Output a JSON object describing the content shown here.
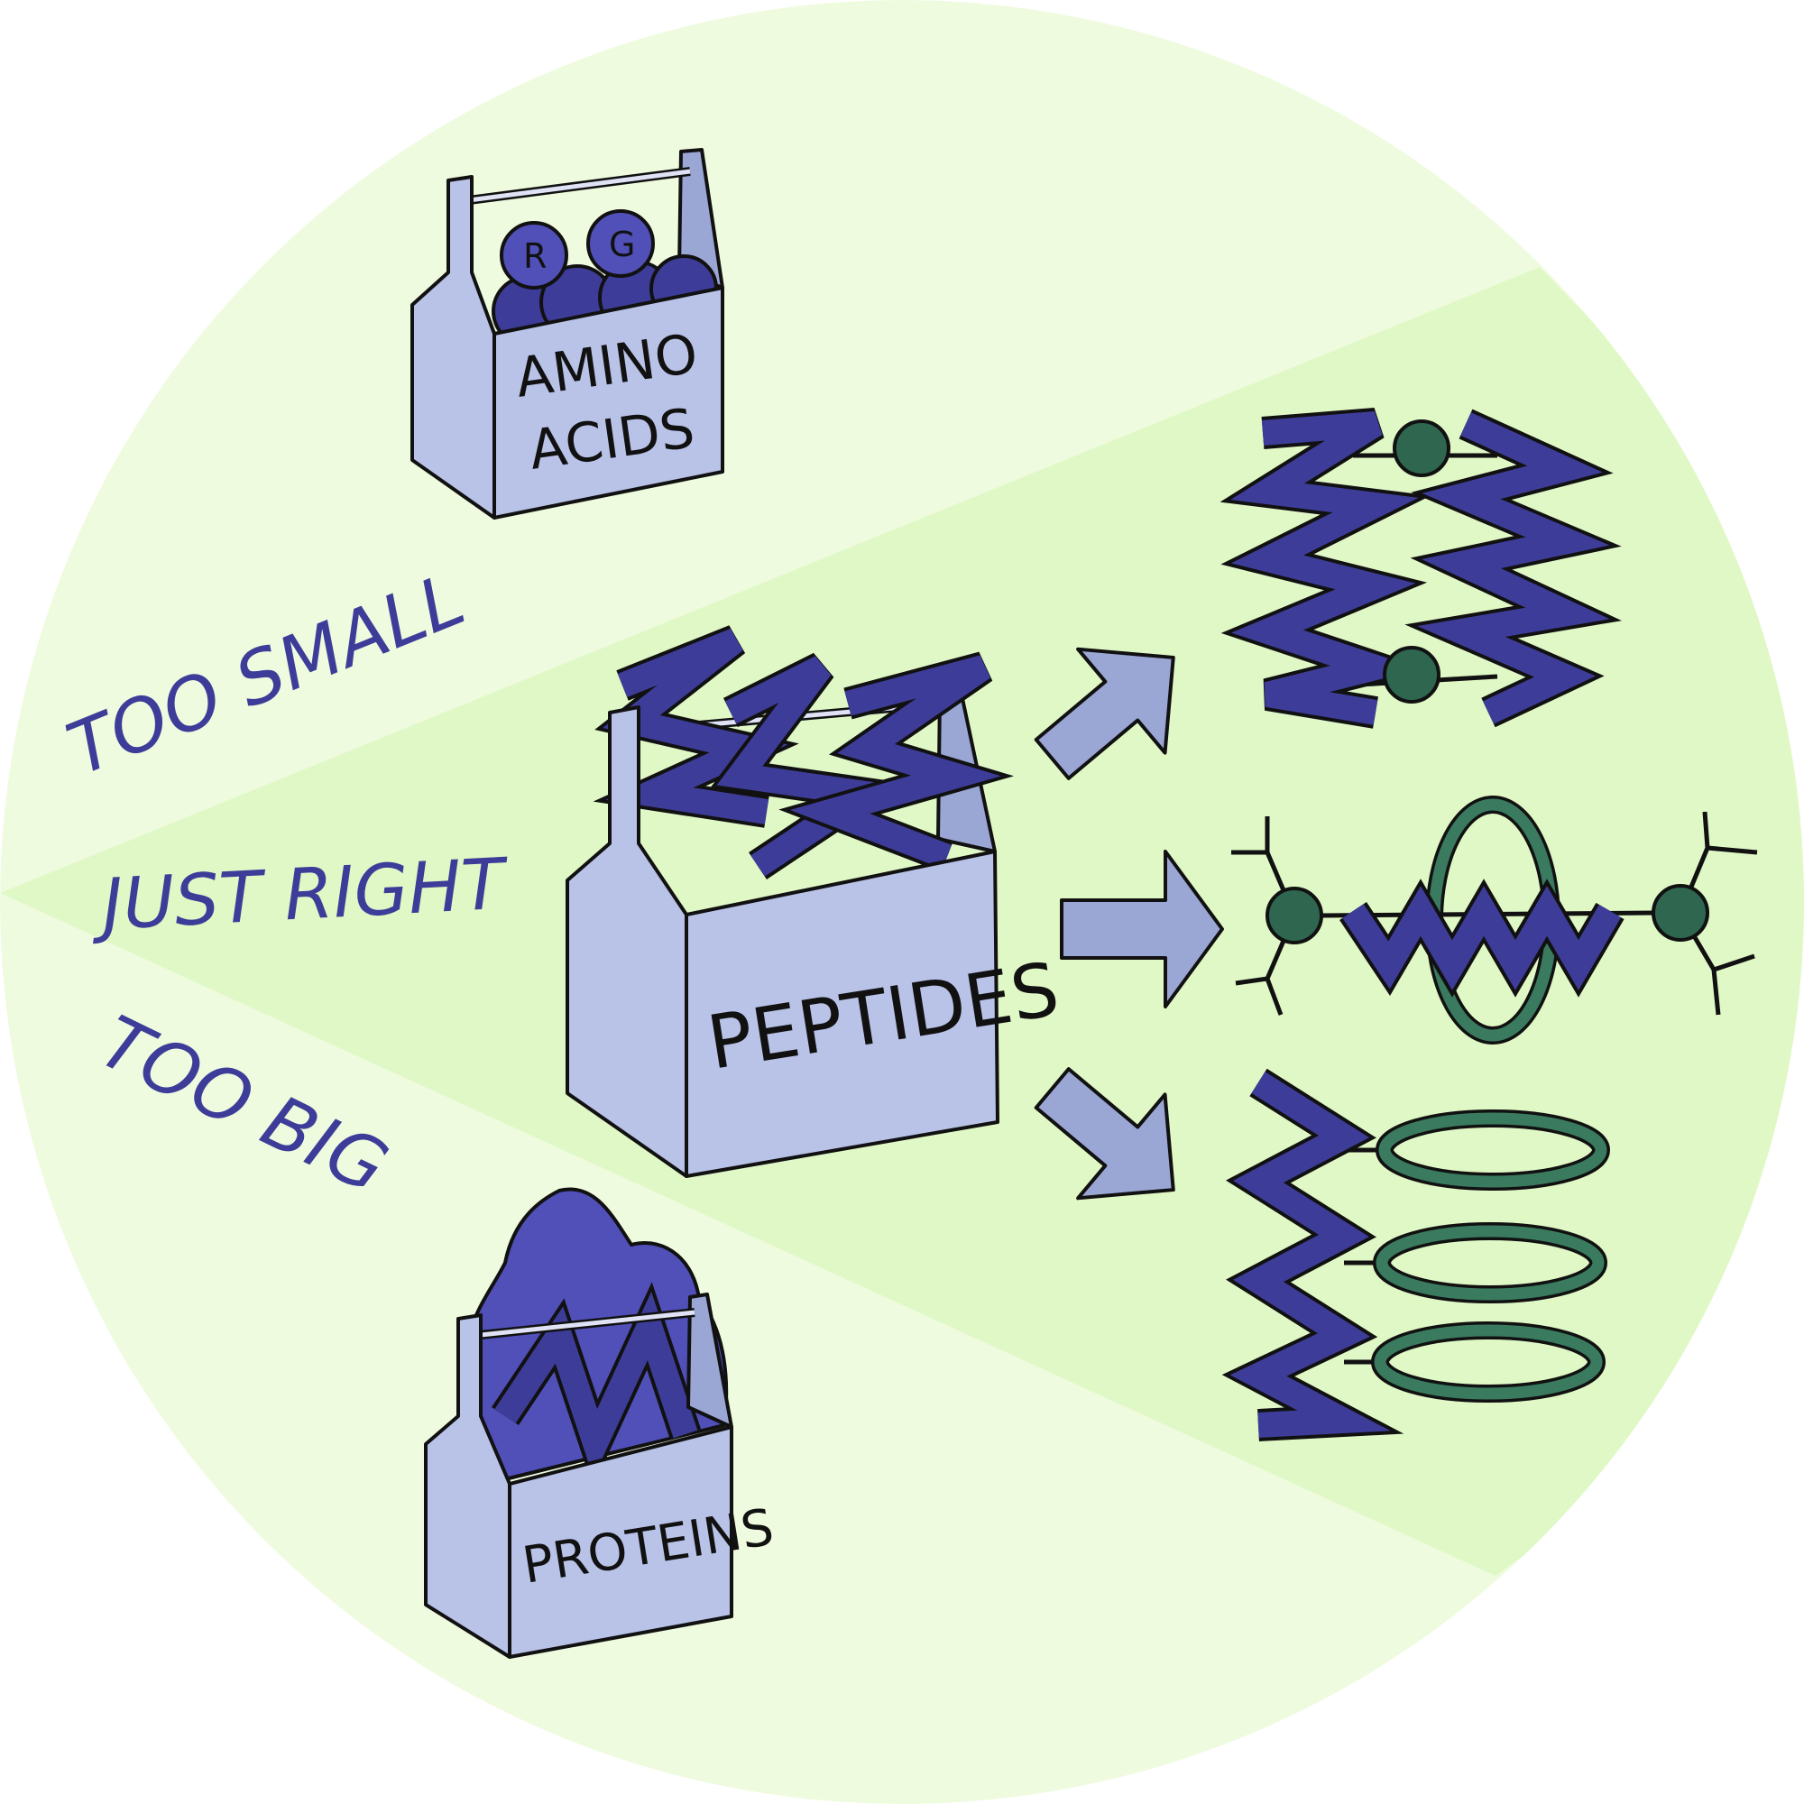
{
  "labels": {
    "too_small": "TOO SMALL",
    "just_right": "JUST RIGHT",
    "too_big": "TOO BIG"
  },
  "boxes": {
    "amino_line1": "AMINO",
    "amino_line2": "ACIDS",
    "peptides": "PEPTIDES",
    "proteins": "PROTEINS"
  },
  "amino_letters": [
    "R",
    "G"
  ],
  "colors": {
    "outer": "#effbdf",
    "wedge": "#e0f8c6",
    "box": "#b9c3e8",
    "ribbon": "#3d3d99",
    "green": "#2e6650",
    "arrow": "#9aa6d4"
  }
}
